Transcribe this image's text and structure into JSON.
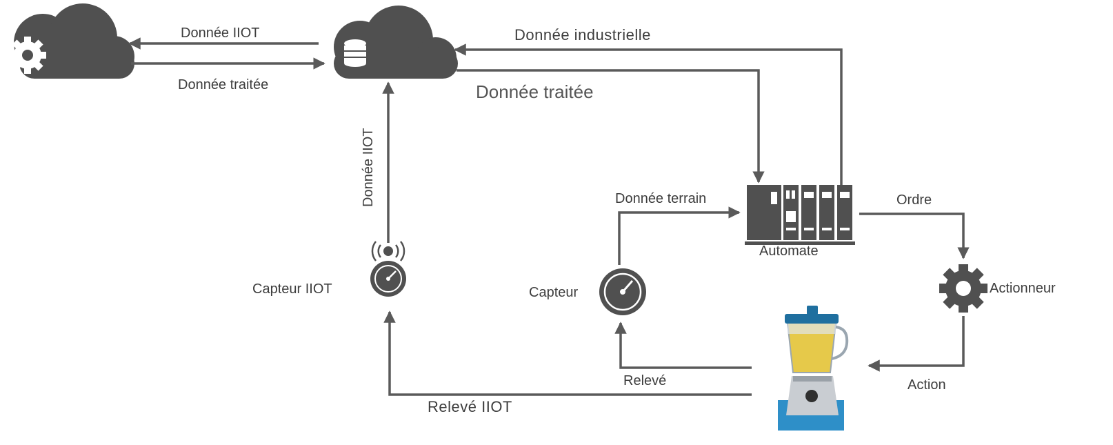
{
  "labels": {
    "iiot_data_top": "Donnée IIOT",
    "processed_data_top": "Donnée traitée",
    "industrial_data": "Donnée industrielle",
    "processed_data_big": "Donnée traitée",
    "iiot_data_vertical": "Donnée IIOT",
    "field_data": "Donnée terrain",
    "order": "Ordre",
    "automate": "Automate",
    "iiot_sensor": "Capteur IIOT",
    "sensor": "Capteur",
    "actuator": "Actionneur",
    "reading": "Relevé",
    "action": "Action",
    "iiot_reading": "Relevé IIOT"
  },
  "icons": {
    "cloud_left": "cloud-gear-icon",
    "cloud_center": "cloud-database-icon",
    "plc": "plc-automate-icon",
    "iiot_sensor": "wireless-gauge-icon",
    "sensor": "gauge-icon",
    "actuator": "gear-icon",
    "process": "blender-icon"
  },
  "colors": {
    "icon": "#505050",
    "arrow": "#5a5a5a",
    "text": "#3d3d3d",
    "blender_jar": "#e6c94a",
    "blender_base": "#2e8fc8",
    "blender_lid": "#1f6f9f"
  }
}
